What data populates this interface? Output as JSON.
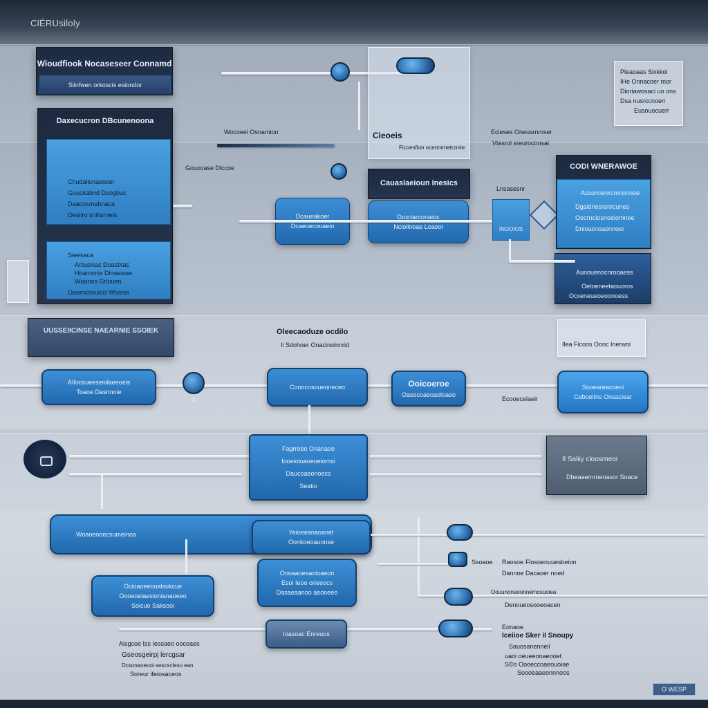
{
  "app": {
    "title": "ClÉRUsiloly"
  },
  "topbar": {
    "search_label": "ClÉRUsiloly"
  },
  "left_panel": {
    "header": "Wioudfiook Nocaseseer Connamd",
    "sub": "Siinfwen orkoscis esiondor",
    "section_title": "Daxecucron DBcunenoona",
    "rows": [
      "Chudalicnaeocer",
      "Gouckabnd Doogbuc",
      "Daacrovnahnaca",
      "Oesiiro sniltsrneis"
    ],
    "rows2": [
      "Sieesaca",
      "Arbubnac Doasbtas",
      "Hoamnnis Dimaouse",
      "Woanos Grlouen"
    ],
    "footer": "Oaomconuicci Wooiss"
  },
  "top_mid": {
    "label_a": "Wocoeei Osnamion",
    "label_b": "Gouxoase Dlccoe",
    "card_title": "Cieoeis",
    "card_sub": "Ficoesfion ocenmmetcnnie",
    "card_dark_title": "Cauaslaeioun Inesics",
    "pill_a": "Dcaueakoer",
    "pill_a2": "Dcaeuecouaeio",
    "pill_b": "Doxrtaroonaiox",
    "pill_b2": "Ncioilnoae Loaeoi"
  },
  "right_panel": {
    "top_glass": [
      "Pleaoaas Sixkkoi",
      "IHe Onnacoer mor",
      "Dioriawosaci uo ons",
      "Dsa nusrccnoeri",
      "Eusouocuerr"
    ],
    "label_a": "Ecieses Oneusrnmser",
    "label_b": "Vtasrol sreuroconsai",
    "label_c": "Lnsasesnr",
    "card_title": "CODI WNERAWOE",
    "card_rows": [
      "Acsonnenrcmnonnoe",
      "Dgaidnosrenrcunes",
      "Oecrnoiosnoeiomnee",
      "Dnioacnoaonnoer"
    ],
    "badge": "INOOIOS",
    "bottom_title": "Aunouenocnrooaess",
    "bottom_rows": [
      "Oetoeneetaouoros",
      "Ocxeneueoeoonoess"
    ]
  },
  "middle_row": {
    "left_banner": "UUSSEIICINSE NAEARNIE SSOIEK",
    "center_title": "Oleecaoduze ocdilo",
    "center_sub": "Ii Sdohoer Onacinolnnrid",
    "glass_right": "Ilea Ficoos Oonc Inerwoi",
    "pills": [
      {
        "top": "AIIoosueesenilaeeoeis",
        "bottom": "Toaoe Dasnnoie"
      },
      {
        "top": "Cooocnsoueoneceo",
        "bottom": ""
      },
      {
        "top": "Ooicoeroe",
        "bottom": "Oaescoaeoaoloaeo"
      },
      {
        "top": "Sooeareacoeoi",
        "bottom": "Ceboeitns Onsaciear"
      }
    ],
    "node_label": "II",
    "small_label": "Ecooecelaeir"
  },
  "lower": {
    "center_block": [
      "Fagrroeo Onanaoe",
      "Iooeioiuaoeoeiomsi",
      "Daucoaeonoecs",
      "Seatio"
    ],
    "right_title": "Il Saliiy cloosrneoi",
    "right_sub": "Dbeaaernrnenasor Soace",
    "wide_pill": "Woaoeooecsumeinoa",
    "mid_pill_a": "Yeioeeanaoanet",
    "mid_pill_a2": "Oonkoeoauonse",
    "mid_pill_b": "Oooaaoesaoioaeon",
    "mid_pill_b2": "Esoi Ieoo orieeocs",
    "mid_pill_b3": "Dasaeaanoo aeoneeo",
    "left_pill": "Ocioaoeeoualsukcue",
    "left_pill2": "Oooeoeiaesionianaoeeo",
    "left_pill3": "Soicuo Saksooi",
    "bottom_pill": "Ioasoac Enreuos",
    "right_texts": [
      "Ssoaoe",
      "Raosoe",
      "Flosoenuuesbeion",
      "Dannoe  Dacaoer noed",
      "Oouunonaoonnemosuoiea",
      "Denoueosooeoacen"
    ]
  },
  "footer": {
    "left_notes": [
      "Aisgcoe Iss Iessaeo oocoaes",
      "Gseosgeirpj lercgsar",
      "Dcsonaoeooi sescsclesu ean",
      "Soreur  ifeiosaceos"
    ],
    "right_notes": [
      "Eonaoe",
      "Iceiioe Sker iI Snoupy",
      "Sauosanenneii",
      "uaoi oeueeooaeooet",
      "S©o  Oooeccoaeouoiae",
      "Soooeaaeonnnoos"
    ],
    "logo_text": "O WESP"
  },
  "colors": {
    "accent": "#2f7fc2",
    "dark": "#1d2a3f",
    "bg": "#b4bdc9"
  }
}
